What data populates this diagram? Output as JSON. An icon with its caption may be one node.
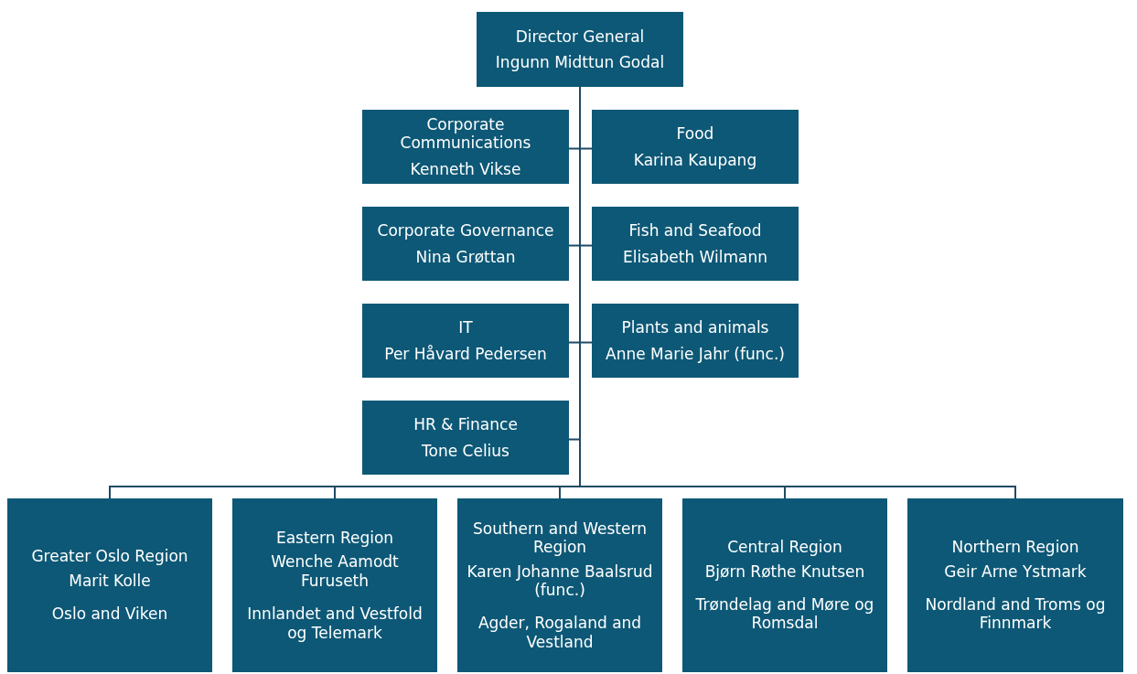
{
  "diagram": {
    "nodes": [
      {
        "text": [
          "Director General",
          "Ingunn Midttun Godal"
        ]
      },
      {
        "text": [
          "Corporate Communications",
          "Kenneth Vikse"
        ]
      },
      {
        "text": [
          "Food",
          "Karina Kaupang"
        ]
      },
      {
        "text": [
          "Corporate Governance",
          "Nina Grøttan"
        ]
      },
      {
        "text": [
          "Fish and Seafood",
          "Elisabeth Wilmann"
        ]
      },
      {
        "text": [
          "IT",
          "Per Håvard Pedersen"
        ]
      },
      {
        "text": [
          "Plants and animals",
          "Anne Marie Jahr (func.)"
        ]
      },
      {
        "text": [
          "HR & Finance",
          "Tone Celius"
        ]
      },
      {
        "text": [
          "Greater Oslo Region",
          "Marit Kolle",
          "Oslo and Viken"
        ]
      },
      {
        "text": [
          "Eastern Region",
          "Wenche Aamodt Furuseth",
          "Innlandet and Vestfold og Telemark"
        ]
      },
      {
        "text": [
          "Southern and Western Region",
          "Karen Johanne Baalsrud (func.)",
          "Agder, Rogaland and Vestland"
        ]
      },
      {
        "text": [
          "Central Region",
          "Bjørn Røthe Knutsen",
          "Trøndelag and Møre og Romsdal"
        ]
      },
      {
        "text": [
          "Northern Region",
          "Geir Arne Ystmark",
          "Nordland and Troms og Finnmark"
        ]
      }
    ],
    "edges": [
      {
        "from": 0,
        "to": 1,
        "arrow": "none"
      },
      {
        "from": 0,
        "to": 2,
        "arrow": "none"
      },
      {
        "from": 0,
        "to": 3,
        "arrow": "none"
      },
      {
        "from": 0,
        "to": 4,
        "arrow": "none"
      },
      {
        "from": 0,
        "to": 5,
        "arrow": "none"
      },
      {
        "from": 0,
        "to": 6,
        "arrow": "none"
      },
      {
        "from": 0,
        "to": 7,
        "arrow": "none"
      },
      {
        "from": 0,
        "to": 8,
        "arrow": "none"
      },
      {
        "from": 0,
        "to": 9,
        "arrow": "none"
      },
      {
        "from": 0,
        "to": 10,
        "arrow": "none"
      },
      {
        "from": 0,
        "to": 11,
        "arrow": "none"
      },
      {
        "from": 0,
        "to": 12,
        "arrow": "none"
      }
    ]
  }
}
